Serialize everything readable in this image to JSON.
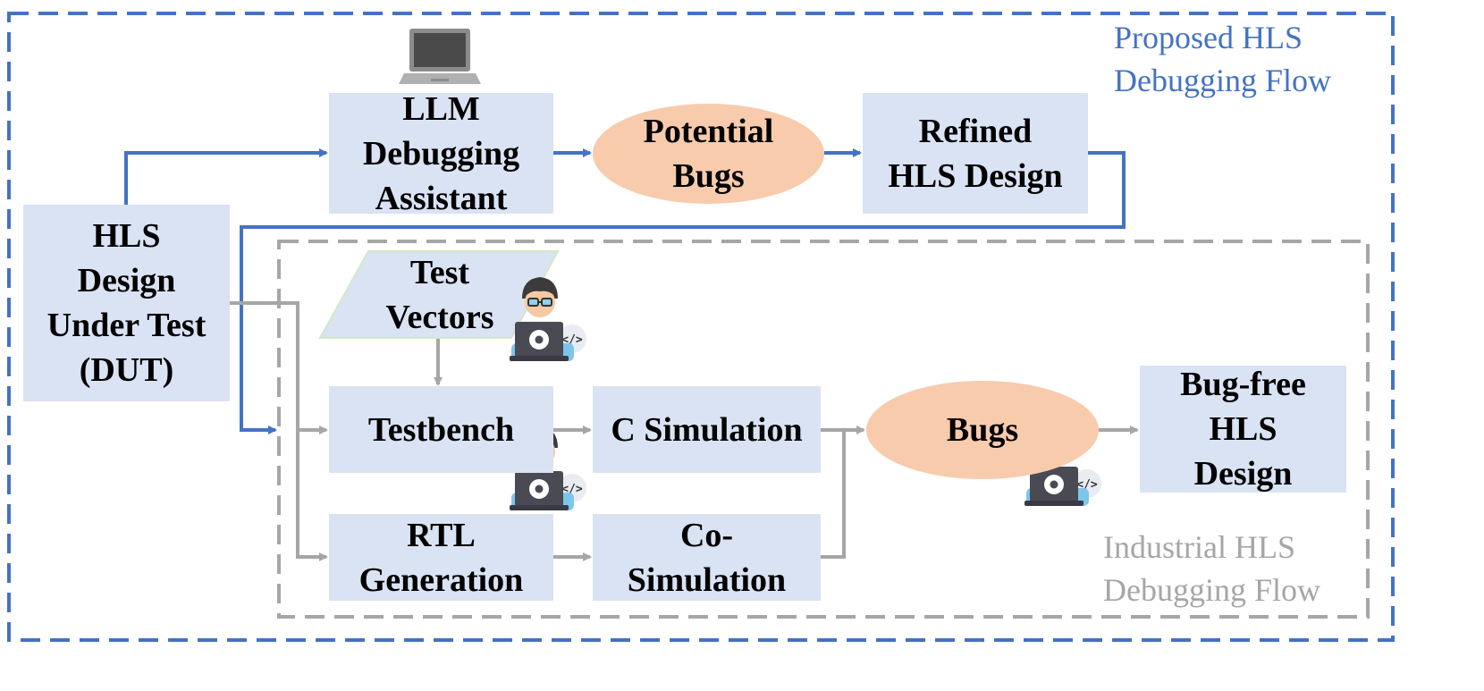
{
  "frames": {
    "proposed_label": "Proposed HLS\nDebugging Flow",
    "industrial_label": "Industrial HLS\nDebugging Flow"
  },
  "nodes": {
    "dut": "HLS\nDesign\nUnder Test\n(DUT)",
    "llm": "LLM\nDebugging\nAssistant",
    "potential_bugs": "Potential\nBugs",
    "refined": "Refined\nHLS Design",
    "test_vectors": "Test\nVectors",
    "testbench": "Testbench",
    "c_sim": "C Simulation",
    "rtl_gen": "RTL\nGeneration",
    "co_sim": "Co-\nSimulation",
    "bugs": "Bugs",
    "bug_free": "Bug-free\nHLS\nDesign"
  },
  "colors": {
    "blue_flow": "#4472c4",
    "gray_flow": "#a6a6a6",
    "box_fill": "#dae3f3",
    "ellipse_fill": "#f8cbad"
  },
  "icons": [
    "laptop-icon",
    "developer-icon"
  ]
}
